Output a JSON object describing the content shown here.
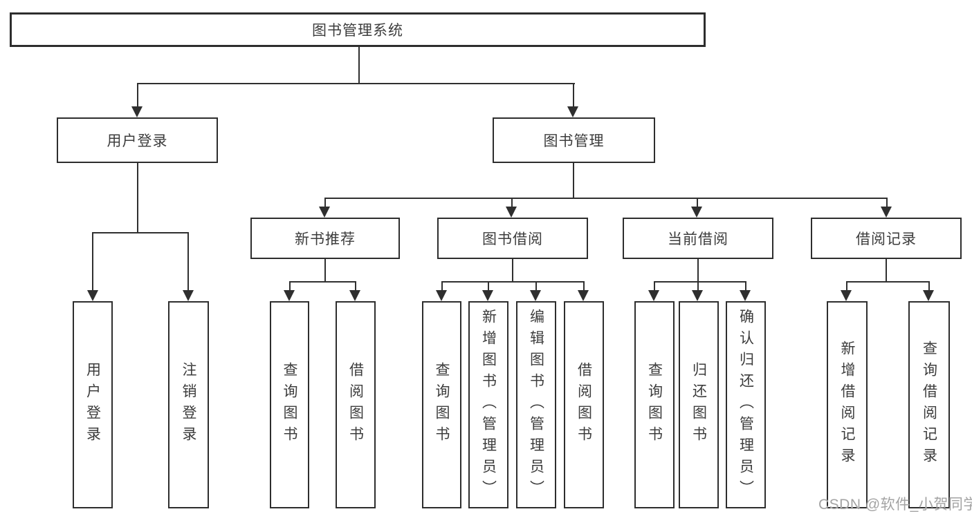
{
  "diagram": {
    "title": "图书管理系统",
    "level2": {
      "user_login": "用户登录",
      "book_mgmt": "图书管理"
    },
    "level3": {
      "new_book": "新书推荐",
      "book_borrow": "图书借阅",
      "current_borrow": "当前借阅",
      "borrow_record": "借阅记录"
    },
    "leaves": {
      "user_login": [
        "用户登录",
        "注销登录"
      ],
      "new_book": [
        "查询图书",
        "借阅图书"
      ],
      "book_borrow": [
        "查询图书",
        "新增图书（管理员）",
        "编辑图书（管理员）",
        "借阅图书"
      ],
      "current_borrow": [
        "查询图书",
        "归还图书",
        "确认归还（管理员）"
      ],
      "borrow_record": [
        "新增借阅记录",
        "查询借阅记录"
      ]
    },
    "watermark": "CSDN @软件_小贺同学",
    "colors": {
      "line": "#2f2f2f",
      "box_border": "#2d2d2d",
      "text": "#3c3c3c",
      "watermark": "#a3a3a3",
      "background": "#ffffff"
    }
  }
}
